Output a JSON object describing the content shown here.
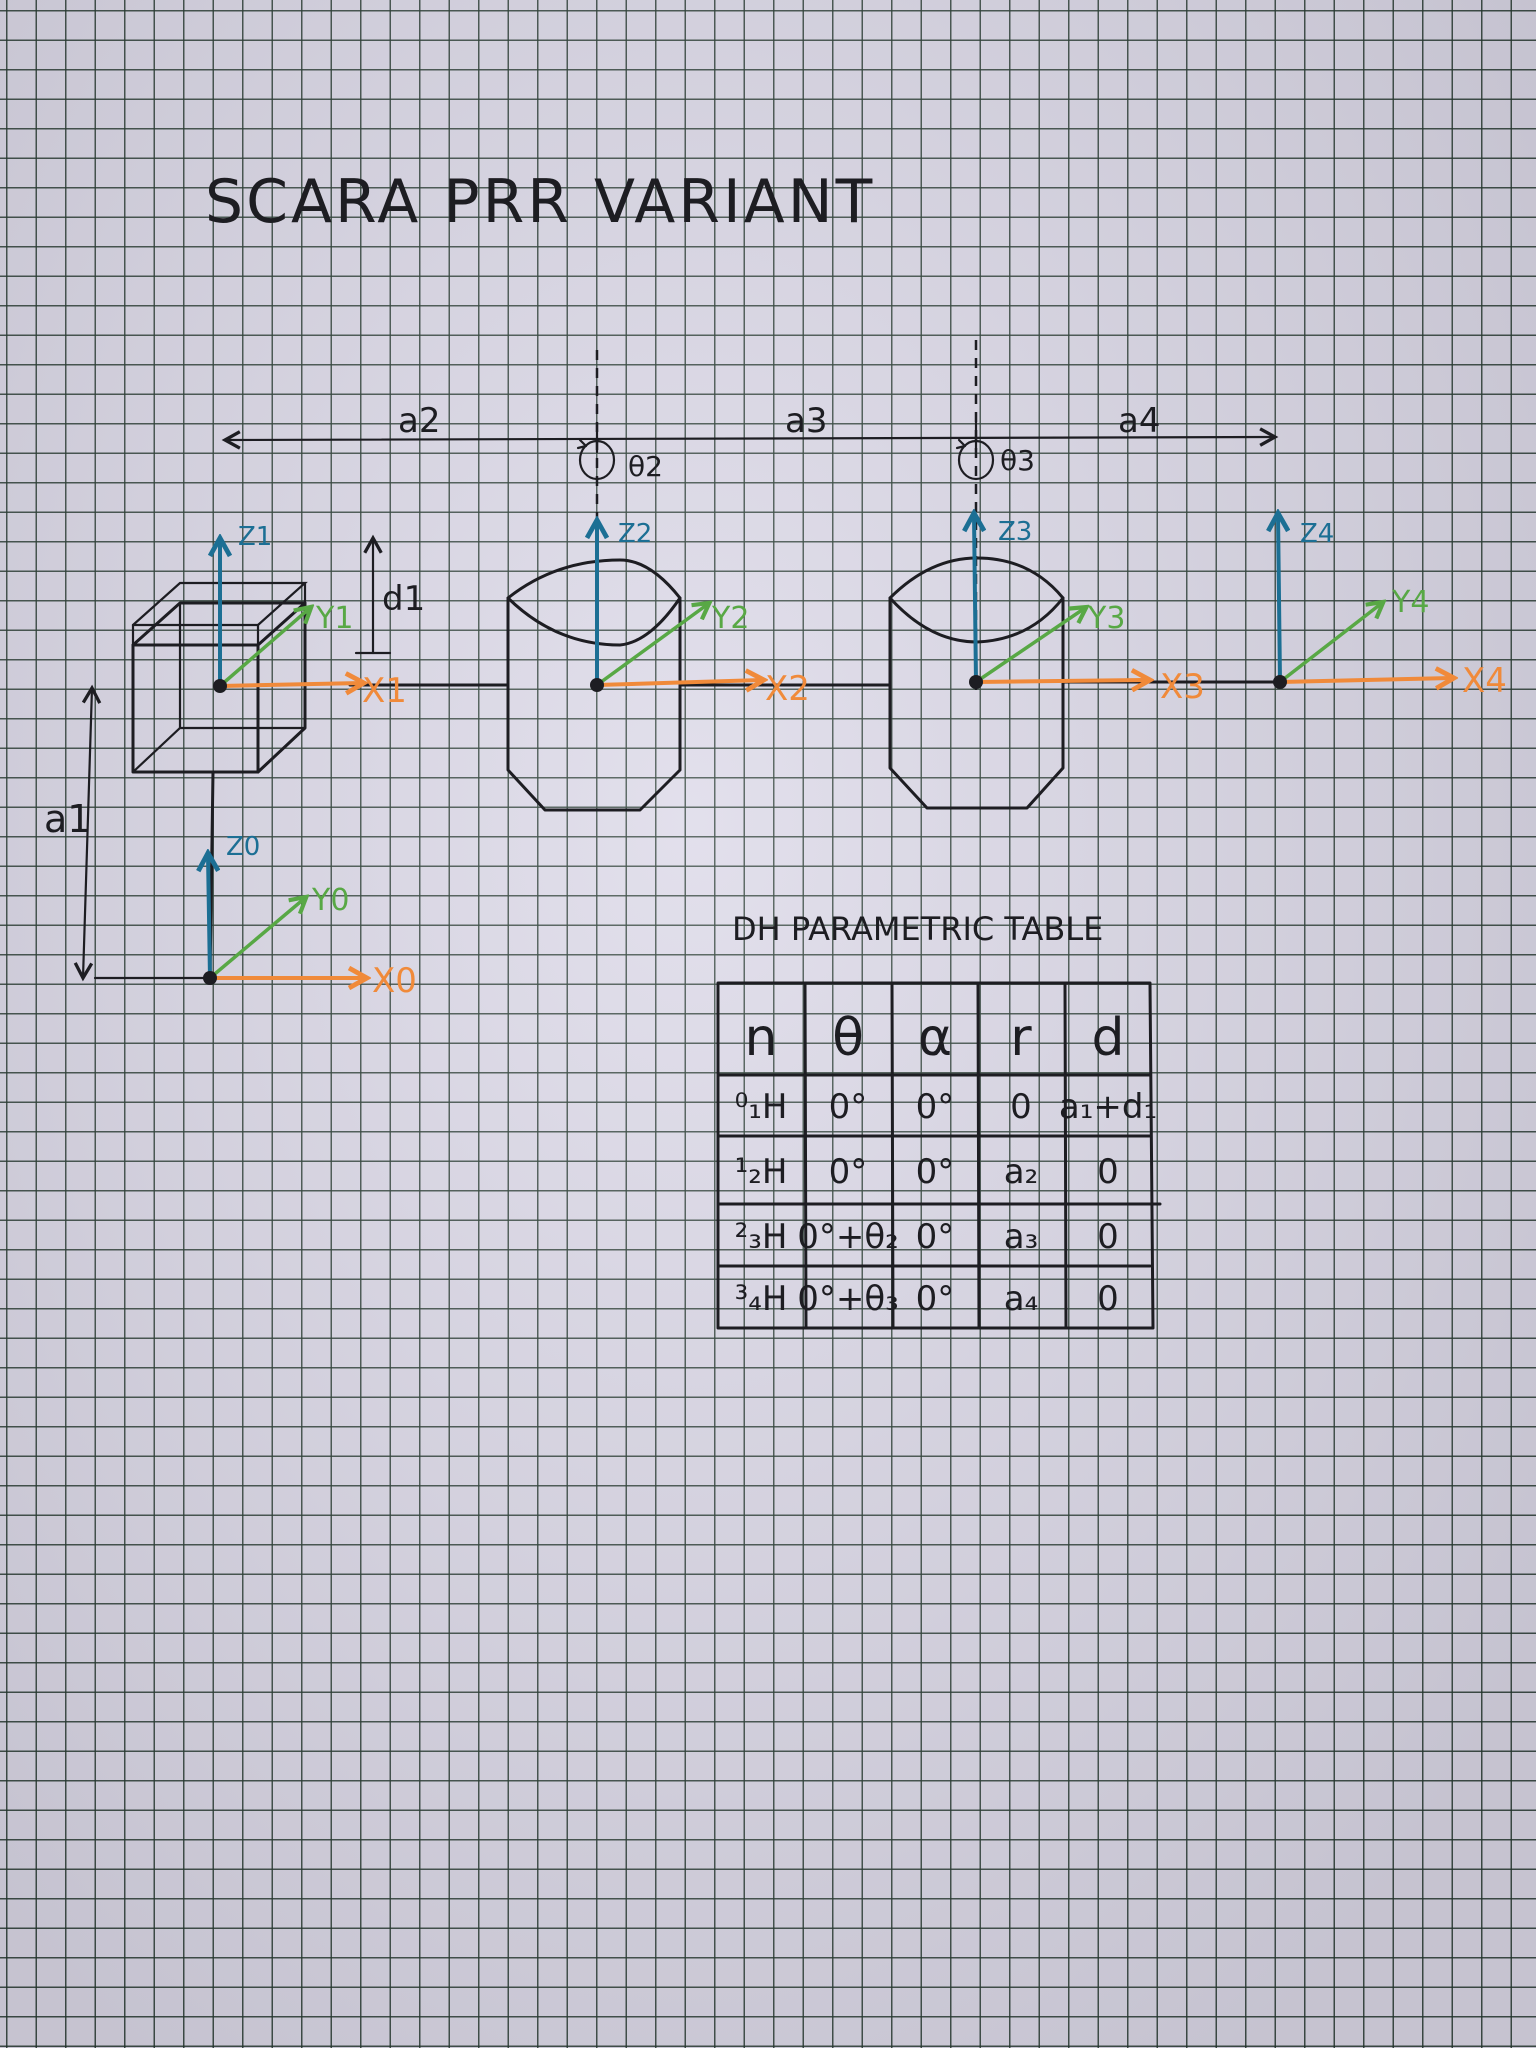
{
  "title": "SCARA PRR VARIANT",
  "dimensions": {
    "a1": "a1",
    "a2": "a2",
    "a3": "a3",
    "a4": "a4",
    "d1": "d1",
    "theta2": "θ2",
    "theta3": "θ3"
  },
  "frames": {
    "z0": "Z0",
    "y0": "Y0",
    "x0": "X0",
    "z1": "Z1",
    "y1": "Y1",
    "x1": "X1",
    "z2": "Z2",
    "y2": "Y2",
    "x2": "X2",
    "z3": "Z3",
    "y3": "Y3",
    "x3": "X3",
    "z4": "Z4",
    "y4": "Y4",
    "x4": "X4"
  },
  "dh_table": {
    "title": "DH PARAMETRIC TABLE",
    "headers": [
      "n",
      "θ",
      "α",
      "r",
      "d"
    ],
    "rows": [
      [
        "⁰₁H",
        "0°",
        "0°",
        "0",
        "a₁+d₁"
      ],
      [
        "¹₂H",
        "0°",
        "0°",
        "a₂",
        "0"
      ],
      [
        "²₃H",
        "0°+θ₂",
        "0°",
        "a₃",
        "0"
      ],
      [
        "³₄H",
        "0°+θ₃",
        "0°",
        "a₄",
        "0"
      ]
    ]
  },
  "colors": {
    "z_axis": "#1c6f94",
    "x_axis": "#f08a3a",
    "y_axis": "#58a845",
    "ink": "#1d1d22"
  }
}
